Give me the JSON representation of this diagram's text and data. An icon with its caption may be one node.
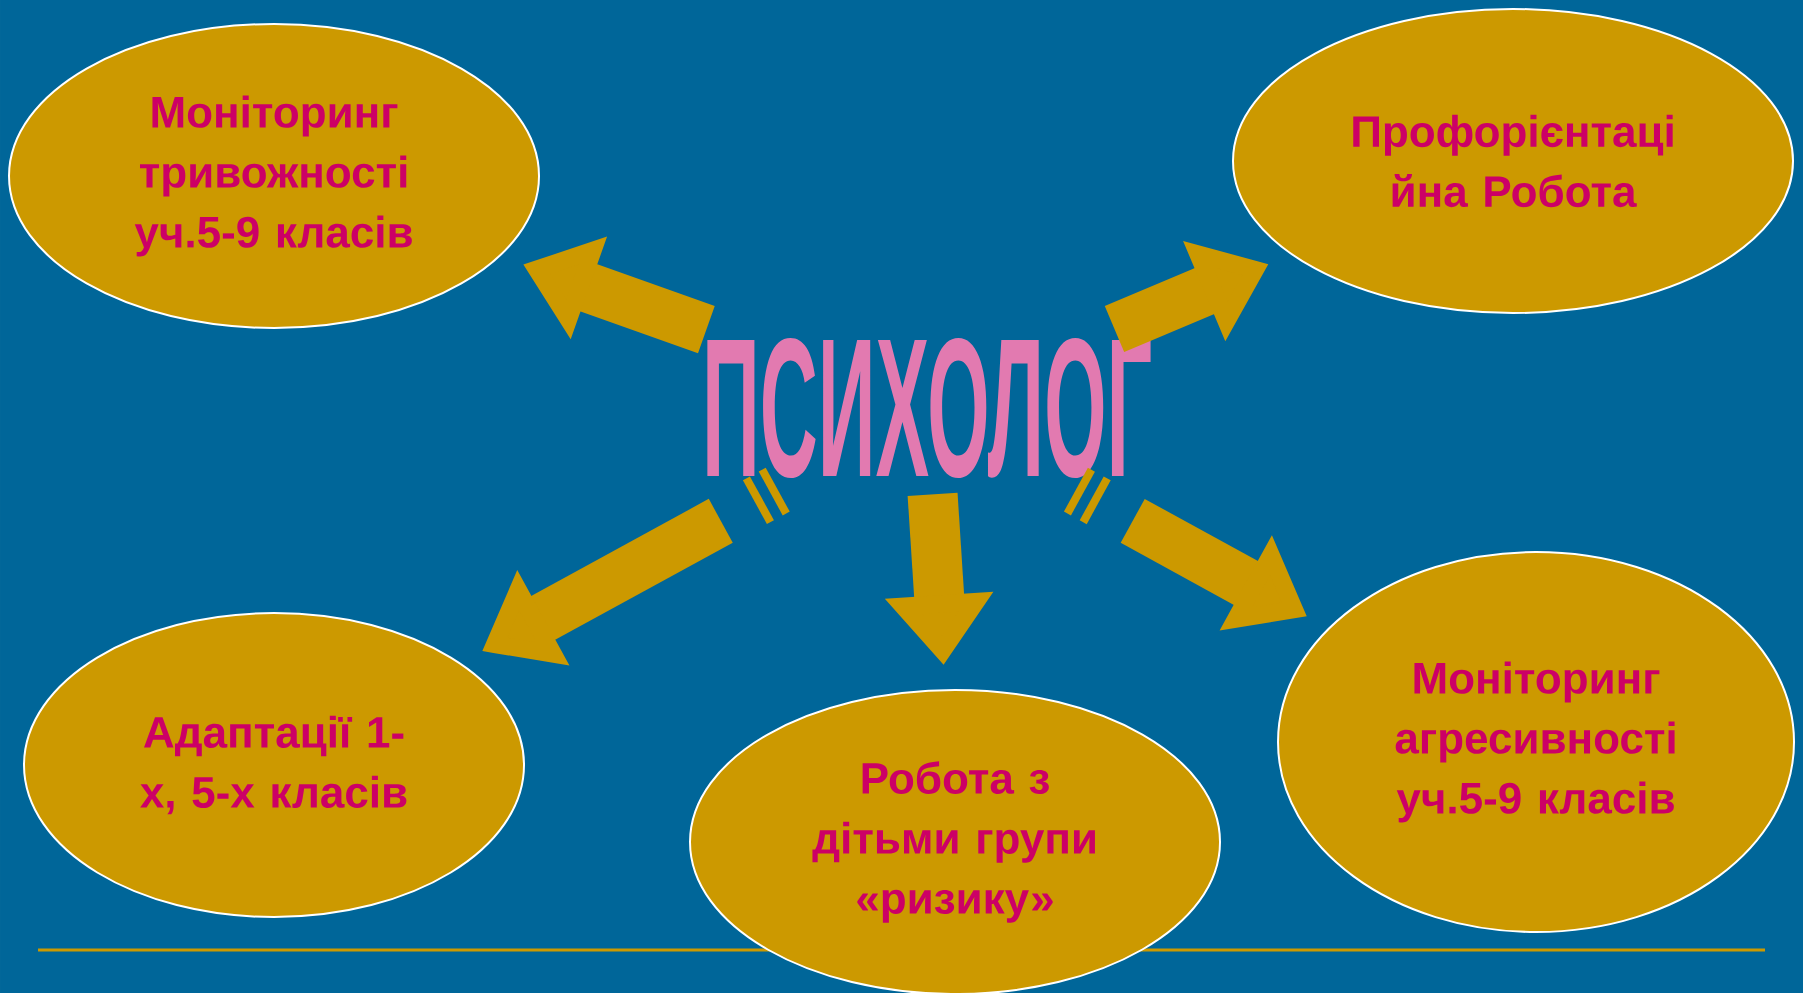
{
  "diagram": {
    "nodes": [
      {
        "text": [
          "ПСИХОЛОГ"
        ]
      },
      {
        "text": [
          "Моніторинг тривожності уч.5-9 класів"
        ]
      },
      {
        "text": [
          "Профорієнтаці йна Робота"
        ]
      },
      {
        "text": [
          "Адаптації 1- х, 5-х класів"
        ]
      },
      {
        "text": [
          "Робота з дітьми групи «ризику»"
        ]
      },
      {
        "text": [
          "Моніторинг агресивності уч.5-9 класів"
        ]
      }
    ],
    "edges": [
      {
        "from": 0,
        "to": 1,
        "arrow": "to"
      },
      {
        "from": 0,
        "to": 2,
        "arrow": "to"
      },
      {
        "from": 0,
        "to": 3,
        "arrow": "to"
      },
      {
        "from": 0,
        "to": 4,
        "arrow": "to"
      },
      {
        "from": 0,
        "to": 5,
        "arrow": "to"
      }
    ]
  }
}
